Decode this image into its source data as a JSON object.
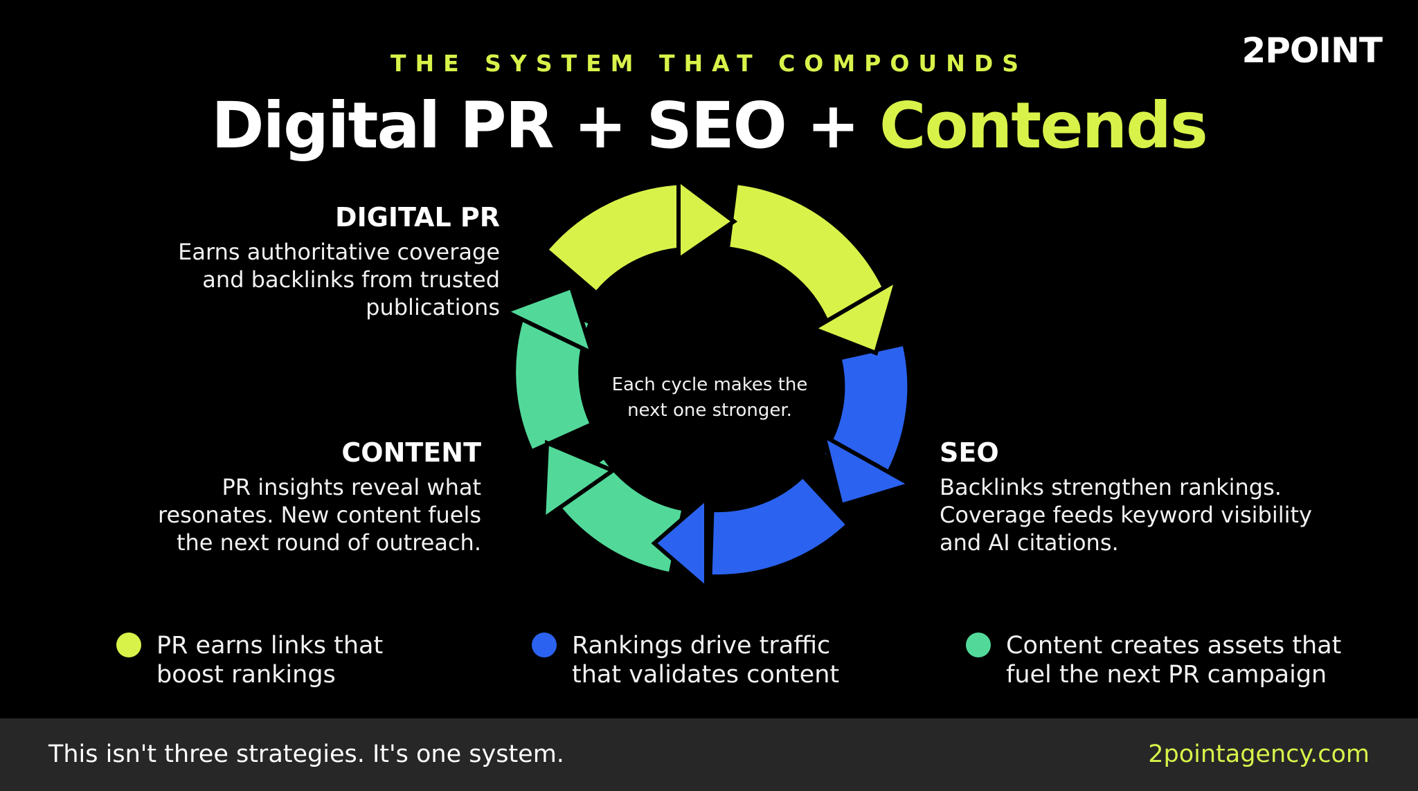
{
  "header": {
    "eyebrow": "THE SYSTEM THAT COMPOUNDS",
    "brand": "2POINT",
    "headline_part1": "Digital PR + SEO + ",
    "headline_accent": "Contends"
  },
  "diagram": {
    "center_text": "Each cycle makes the next one stronger.",
    "segments": [
      {
        "name": "digital-pr",
        "color": "#d9f24a"
      },
      {
        "name": "seo",
        "color": "#2b63f0"
      },
      {
        "name": "content",
        "color": "#52d99a"
      }
    ]
  },
  "blocks": {
    "digital_pr": {
      "title": "DIGITAL PR",
      "body": "Earns authoritative coverage and backlinks from trusted publications"
    },
    "content": {
      "title": "CONTENT",
      "body": "PR insights reveal what resonates. New content fuels the next round of outreach."
    },
    "seo": {
      "title": "SEO",
      "body": "Backlinks strengthen rankings. Coverage feeds keyword visibility and AI citations."
    }
  },
  "bullets": [
    {
      "text": "PR earns links that boost rankings",
      "color": "#d9f24a"
    },
    {
      "text": "Rankings drive traffic that validates content",
      "color": "#2b63f0"
    },
    {
      "text": "Content creates assets that fuel the next PR campaign",
      "color": "#52d99a"
    }
  ],
  "footer": {
    "tagline": "This isn't three strategies. It's one system.",
    "url": "2pointagency.com"
  }
}
